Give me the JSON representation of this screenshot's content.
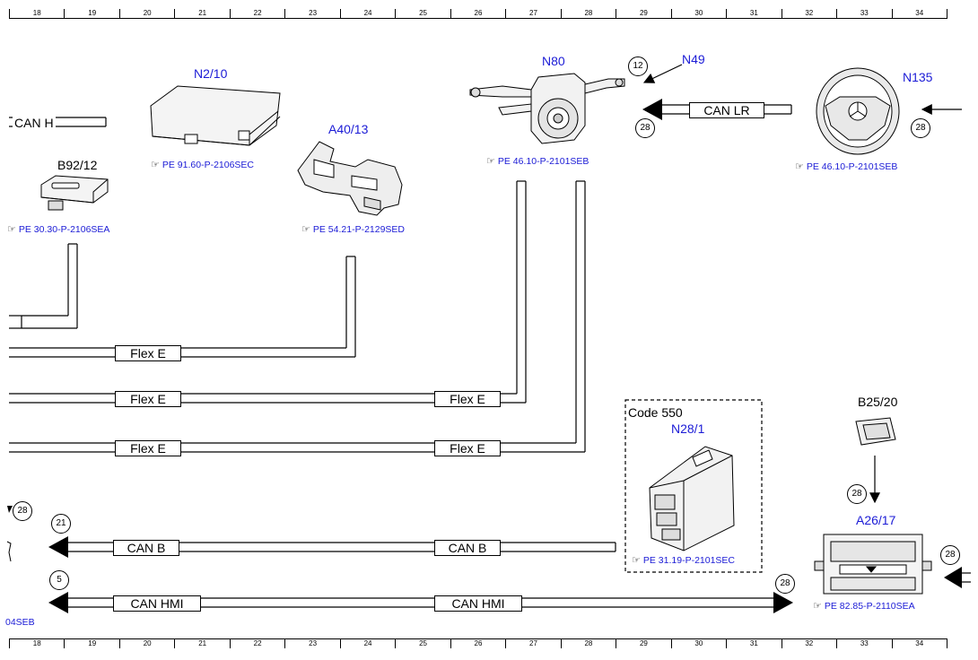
{
  "grid_columns": [
    "18",
    "19",
    "20",
    "21",
    "22",
    "23",
    "24",
    "25",
    "26",
    "27",
    "28",
    "29",
    "30",
    "31",
    "32",
    "33",
    "34"
  ],
  "components": {
    "n2_10": {
      "id": "N2/10",
      "ref": "PE 91.60-P-2106SEC"
    },
    "b92_12": {
      "id": "B92/12",
      "ref": "PE 30.30-P-2106SEA"
    },
    "a40_13": {
      "id": "A40/13",
      "ref": "PE 54.21-P-2129SED"
    },
    "n80": {
      "id": "N80",
      "ref": "PE 46.10-P-2101SEB"
    },
    "n49": {
      "id": "N49"
    },
    "n135": {
      "id": "N135",
      "ref": "PE 46.10-P-2101SEB"
    },
    "n28_1": {
      "id": "N28/1",
      "ref": "PE 31.19-P-2101SEC",
      "code": "Code 550"
    },
    "b25_20": {
      "id": "B25/20"
    },
    "a26_17": {
      "id": "A26/17",
      "ref": "PE 82.85-P-2110SEA"
    }
  },
  "buses": {
    "can_h": "CAN H",
    "can_lr": "CAN LR",
    "flex_e": "Flex E",
    "can_b": "CAN B",
    "can_hmi": "CAN HMI"
  },
  "connectors": {
    "c12": "12",
    "c28_a": "28",
    "c28_b": "28",
    "c28_c": "28",
    "c28_d": "28",
    "c28_e": "28",
    "c28_f": "28",
    "c21": "21",
    "c5": "5"
  },
  "partial_ref_left": "04SEB",
  "colors": {
    "component_label": "#1b1bd6",
    "line": "#000000"
  },
  "icon_names": [
    "pointing-hand-icon"
  ]
}
